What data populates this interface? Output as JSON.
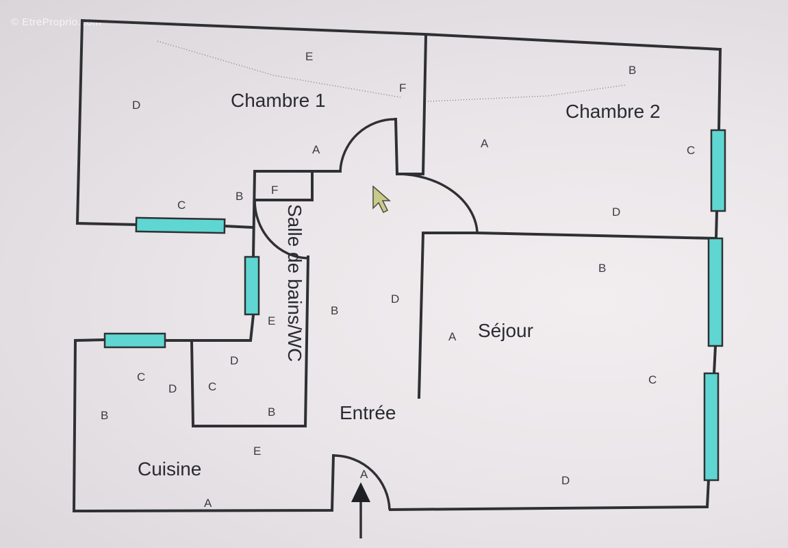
{
  "watermark": "© EtreProprio.com",
  "rooms": {
    "chambre1": "Chambre 1",
    "chambre2": "Chambre 2",
    "salle_de_bains": "Salle de bains/WC",
    "sejour": "Séjour",
    "entree": "Entrée",
    "cuisine": "Cuisine"
  },
  "wall_marks": {
    "ch1_e": "E",
    "ch1_f": "F",
    "ch1_d": "D",
    "ch1_a": "A",
    "ch1_b": "B",
    "ch1_c": "C",
    "ch2_b": "B",
    "ch2_a": "A",
    "ch2_c": "C",
    "ch2_d": "D",
    "wc_f": "F",
    "wc_e": "E",
    "wc_b": "B",
    "entree_d": "D",
    "entree_e": "E",
    "entree_a": "A",
    "sejour_a": "A",
    "sejour_b": "B",
    "sejour_c": "C",
    "sejour_d": "D",
    "cellier_d": "D",
    "cellier_c": "C",
    "cellier_b": "B",
    "cuisine_c": "C",
    "cuisine_d": "D",
    "cuisine_b": "B",
    "cuisine_a": "A"
  },
  "colors": {
    "wall": "#2f3033",
    "window": "#5fd6d2",
    "cursor": "#c9c98a"
  },
  "icons": {
    "entrance": "entrance-arrow-icon",
    "pointer": "mouse-pointer-icon"
  }
}
